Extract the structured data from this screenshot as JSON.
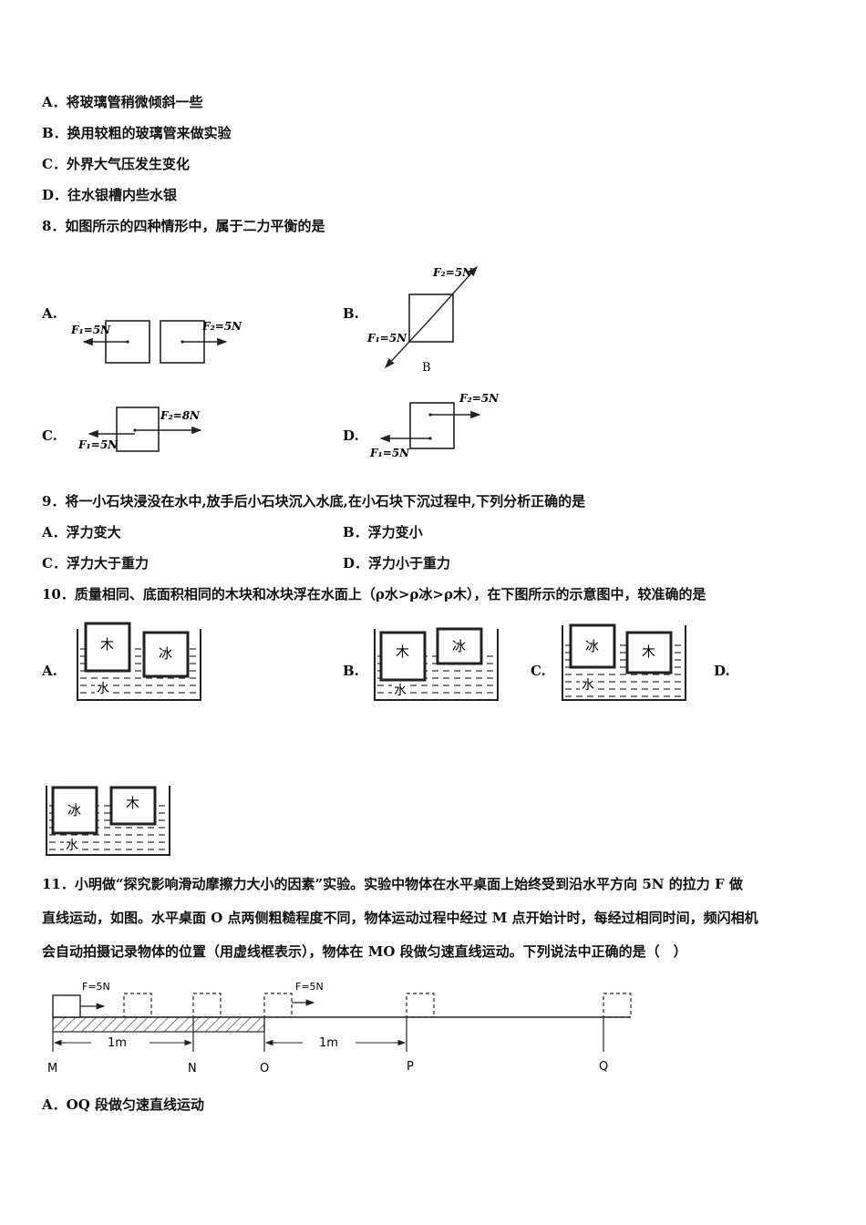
{
  "q7_options": {
    "a": "A．将玻璃管稍微倾斜一些",
    "b": "B．换用较粗的玻璃管来做实验",
    "c": "C．外界大气压发生变化",
    "d": "D．往水银槽内些水银"
  },
  "q8": {
    "stem": "8．如图所示的四种情形中，属于二力平衡的是",
    "label_a": "A.",
    "label_b": "B.",
    "label_c": "C.",
    "label_d": "D.",
    "fig_a": {
      "f1": "F₁=5N",
      "f2": "F₂=5N"
    },
    "fig_b": {
      "f1": "F₁=5N",
      "f2": "F₂=5N",
      "caption": "B"
    },
    "fig_c": {
      "f1": "F₁=5N",
      "f2": "F₂=8N"
    },
    "fig_d": {
      "f1": "F₁=5N",
      "f2": "F₂=5N"
    }
  },
  "q9": {
    "stem": "9．将一小石块浸没在水中,放手后小石块沉入水底,在小石块下沉过程中,下列分析正确的是",
    "a": "A．浮力变大",
    "b": "B．浮力变小",
    "c": "C．浮力大于重力",
    "d": "D．浮力小于重力"
  },
  "q10": {
    "stem": "10．质量相同、底面积相同的木块和冰块浮在水面上（ρ水>ρ冰>ρ木），在下图所示的示意图中，较准确的是",
    "label_a": "A.",
    "label_b": "B.",
    "label_c": "C.",
    "label_d": "D.",
    "wood": "木",
    "ice": "冰",
    "water": "水"
  },
  "q11": {
    "stem_line1": "11．小明做“探究影响滑动摩擦力大小的因素”实验。实验中物体在水平桌面上始终受到沿水平方向 5N 的拉力 F 做",
    "stem_line2": "直线运动，如图。水平桌面 O 点两侧粗糙程度不同，物体运动过程中经过 M 点开始计时，每经过相同时间，频闪相机",
    "stem_line3": "会自动拍摄记录物体的位置（用虚线框表示），物体在 MO 段做匀速直线运动。下列说法中正确的是（　）",
    "force1": "F=5N",
    "force2": "F=5N",
    "dist1": "1m",
    "dist2": "1m",
    "points": [
      "M",
      "N",
      "O",
      "P",
      "Q"
    ],
    "option_a": "A．OQ 段做匀速直线运动"
  }
}
